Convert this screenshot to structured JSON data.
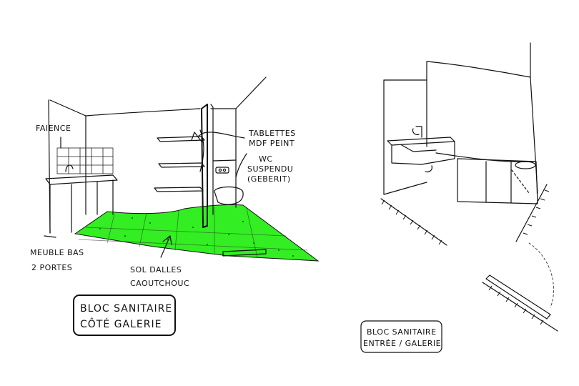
{
  "colors": {
    "ink": "#111111",
    "floor_highlight": "#33ee22",
    "paper": "#ffffff"
  },
  "left_sketch": {
    "labels": {
      "faience": "FAIENCE",
      "shelves_line1": "TABLETTES",
      "shelves_line2": "MDF PEINT",
      "wc_line1": "WC",
      "wc_line2": "SUSPENDU",
      "wc_line3": "(GEBERIT)",
      "cabinet_line1": "MEUBLE BAS",
      "cabinet_line2": "2 PORTES",
      "floor_line1": "SOL DALLES",
      "floor_line2": "CAOUTCHOUC"
    },
    "title_line1": "BLOC SANITAIRE",
    "title_line2": "CÔTÉ GALERIE"
  },
  "right_sketch": {
    "title_line1": "BLOC SANITAIRE",
    "title_line2": "ENTRÉE / GALERIE"
  }
}
